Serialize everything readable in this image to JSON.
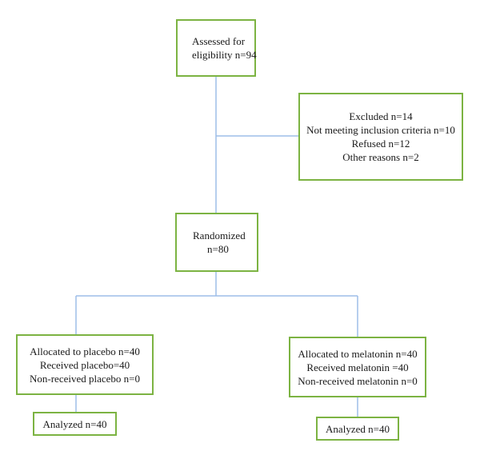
{
  "colors": {
    "box_border": "#7cb342",
    "connector": "#9dbde8",
    "text": "#1a1a1a"
  },
  "boxes": {
    "assessed": {
      "lines": [
        "Assessed for",
        "eligibility n=94"
      ]
    },
    "excluded": {
      "lines": [
        "Excluded n=14",
        "Not meeting inclusion criteria n=10",
        "Refused n=12",
        "Other reasons n=2"
      ]
    },
    "randomized": {
      "lines": [
        "Randomized",
        "n=80"
      ]
    },
    "placebo": {
      "lines": [
        "Allocated to placebo n=40",
        "Received placebo=40",
        "Non-received placebo n=0"
      ]
    },
    "melatonin": {
      "lines": [
        "Allocated to melatonin n=40",
        "Received melatonin =40",
        "Non-received melatonin n=0"
      ]
    },
    "analyzed_placebo": {
      "lines": [
        "Analyzed n=40"
      ]
    },
    "analyzed_melatonin": {
      "lines": [
        "Analyzed n=40"
      ]
    }
  }
}
